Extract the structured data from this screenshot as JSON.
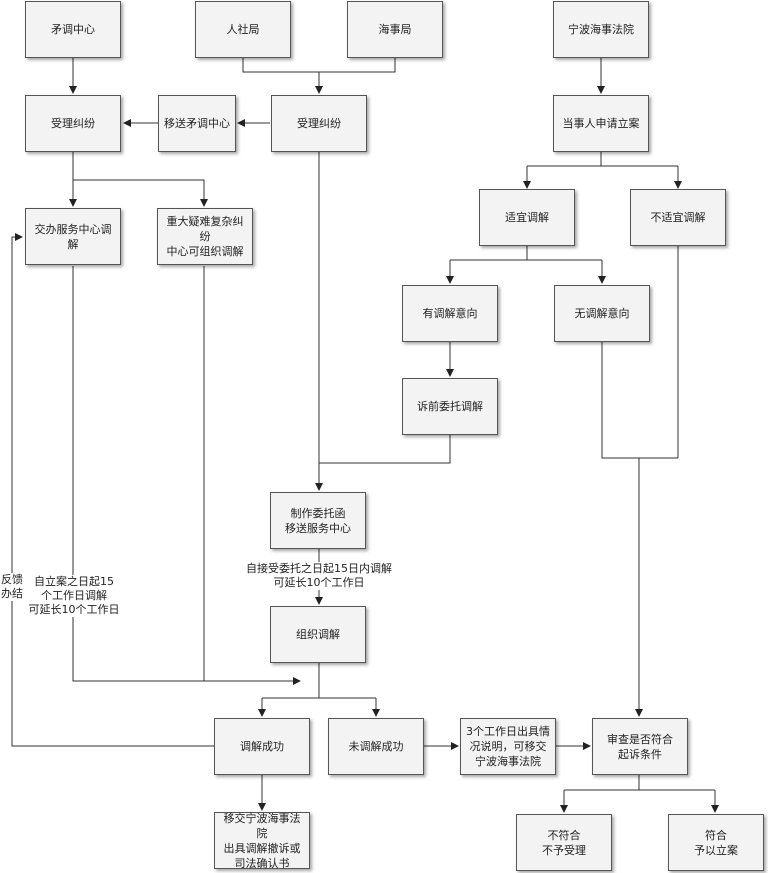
{
  "nodes": {
    "maodiao_center": "矛调中心",
    "renshe_ju": "人社局",
    "haishi_ju": "海事局",
    "ningbo_court": "宁波海事法院",
    "accept_left": "受理纠纷",
    "transfer_maodiao": "移送矛调中心",
    "accept_mid": "受理纠纷",
    "party_apply": "当事人申请立案",
    "suitable": "适宜调解",
    "not_suitable": "不适宜调解",
    "service_center": "交办服务中心调解",
    "major_complex": "重大疑难复杂纠纷\n中心可组织调解",
    "has_intent": "有调解意向",
    "no_intent": "无调解意向",
    "pre_litigation": "诉前委托调解",
    "make_letter": "制作委托函\n移送服务中心",
    "organize": "组织调解",
    "success": "调解成功",
    "fail": "未调解成功",
    "three_days": "3个工作日出具情\n况说明，可移交\n宁波海事法院",
    "review": "审查是否符合\n起诉条件",
    "transfer_court": "移交宁波海事法院\n出具调解撤诉或\n司法确认书",
    "reject": "不符合\n不予受理",
    "accept_case": "符合\n予以立案"
  },
  "notes": {
    "feedback": "反馈\n办结",
    "fifteen_days": "自立案之日起15\n个工作日调解\n可延长10个工作日",
    "entrust_days": "自接受委托之日起15日内调解\n可延长10个工作日"
  }
}
